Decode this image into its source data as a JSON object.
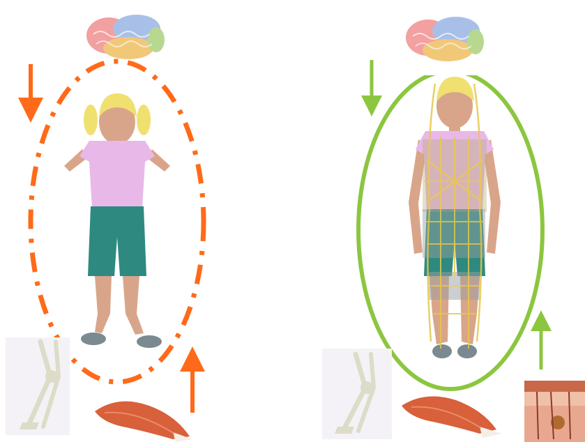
{
  "colors": {
    "background": "#ffffff",
    "broken_loop": "#ff6a1a",
    "intact_loop": "#8cc63f",
    "shirt": "#e8b8e8",
    "shorts": "#2e8a80",
    "skin": "#d9a58a",
    "hair": "#f0e070",
    "brain_frontal": "#f2a0a0",
    "brain_parietal": "#a8c0e8",
    "brain_temporal": "#f0c878",
    "brain_occipital": "#b8d890",
    "muscle": "#d8603a",
    "bone": "#dcdcc8",
    "nerve_suit": "#e6c84a",
    "skin_section": "#c86848"
  },
  "panels": [
    {
      "id": "left",
      "loop_style": "dash-dot",
      "figure_state": "unsupported",
      "components": [
        "brain-icon",
        "child-figure",
        "leg-skeleton-icon",
        "muscle-icon",
        "down-arrow",
        "up-arrow"
      ]
    },
    {
      "id": "right",
      "loop_style": "solid",
      "figure_state": "standing-with-sensory-suit",
      "components": [
        "brain-icon",
        "child-figure",
        "nerve-network",
        "leg-skeleton-icon",
        "muscle-icon",
        "skin-section-icon",
        "down-arrow",
        "up-arrow"
      ]
    }
  ]
}
